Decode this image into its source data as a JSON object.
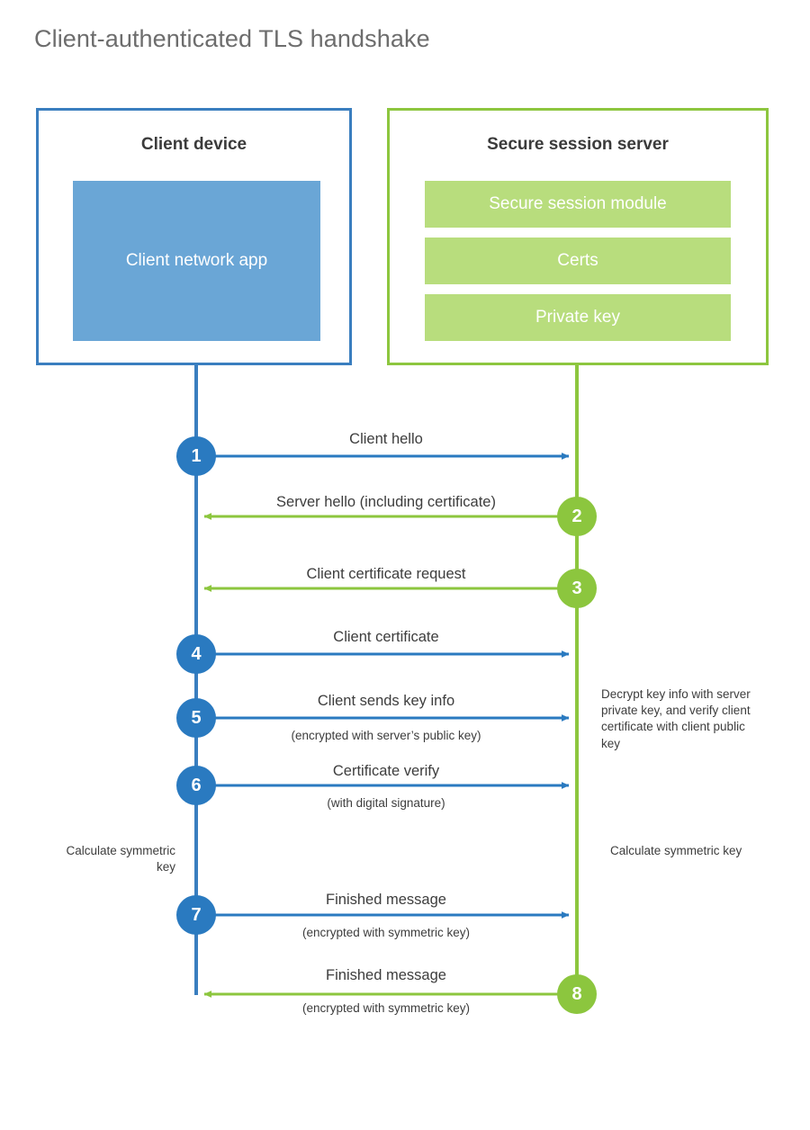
{
  "title": "Client-authenticated TLS handshake",
  "colors": {
    "client_border": "#3a7ebf",
    "client_fill": "#6aa6d6",
    "server_border": "#8dc63f",
    "server_fill": "#b8dd7d",
    "client_circle": "#2a7ac0",
    "server_circle": "#8cc63e",
    "title_text": "#6d6d6d",
    "body_text": "#3d3d3d"
  },
  "parties": {
    "client": {
      "title": "Client device",
      "blocks": [
        "Client network app"
      ]
    },
    "server": {
      "title": "Secure session server",
      "blocks": [
        "Secure session module",
        "Certs",
        "Private key"
      ]
    }
  },
  "steps": [
    {
      "number": "1",
      "label": "Client hello",
      "sublabel": "",
      "direction": "client-to-server",
      "side": "client"
    },
    {
      "number": "2",
      "label": "Server hello (including certificate)",
      "sublabel": "",
      "direction": "server-to-client",
      "side": "server"
    },
    {
      "number": "3",
      "label": "Client certificate request",
      "sublabel": "",
      "direction": "server-to-client",
      "side": "server"
    },
    {
      "number": "4",
      "label": "Client certificate",
      "sublabel": "",
      "direction": "client-to-server",
      "side": "client"
    },
    {
      "number": "5",
      "label": "Client sends key info",
      "sublabel": "(encrypted with server’s public key)",
      "direction": "client-to-server",
      "side": "client"
    },
    {
      "number": "6",
      "label": "Certificate verify",
      "sublabel": "(with digital signature)",
      "direction": "client-to-server",
      "side": "client"
    },
    {
      "number": "7",
      "label": "Finished message",
      "sublabel": "(encrypted with symmetric key)",
      "direction": "client-to-server",
      "side": "client"
    },
    {
      "number": "8",
      "label": "Finished message",
      "sublabel": "(encrypted with symmetric key)",
      "direction": "server-to-client",
      "side": "server"
    }
  ],
  "annotations": {
    "server_decrypt": "Decrypt key info with server private key, and verify client certificate with client public key",
    "calculate_left": "Calculate symmetric key",
    "calculate_right": "Calculate symmetric key"
  }
}
